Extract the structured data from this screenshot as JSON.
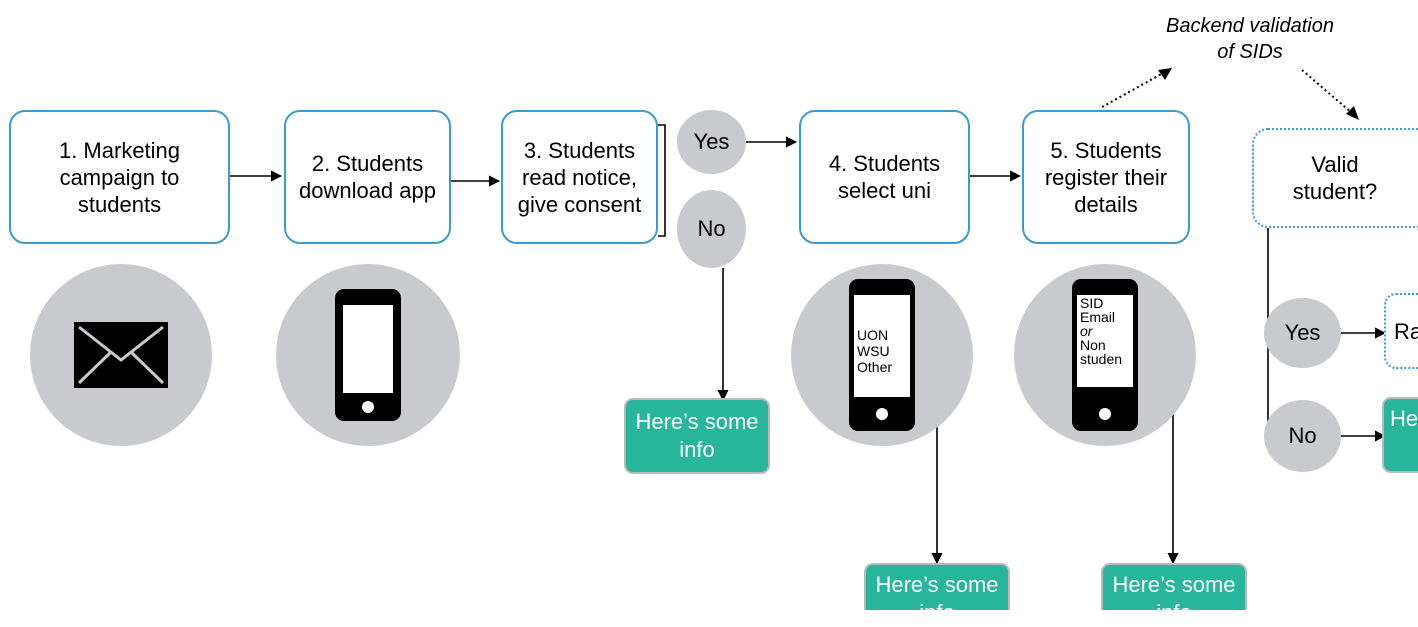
{
  "steps": {
    "s1": "1. Marketing\ncampaign to\nstudents",
    "s2": "2. Students\ndownload app",
    "s3": "3. Students\nread notice,\ngive consent",
    "s4": "4. Students\nselect uni",
    "s5": "5. Students\nregister their\ndetails",
    "s6": "Valid\nstudent?",
    "s7": "Ra"
  },
  "decisions": {
    "yes": "Yes",
    "no": "No",
    "yes2": "Yes",
    "no2": "No"
  },
  "info": {
    "text": "Here’s some\ninfo",
    "cut": "He"
  },
  "note": "Backend validation\nof SIDs",
  "phone_uni": [
    "UON",
    "WSU",
    "Other"
  ],
  "phone_reg": [
    "SID",
    "Email",
    "or",
    "Non",
    "studen"
  ],
  "icons": {
    "envelope": "envelope-icon",
    "phone": "smartphone-icon"
  },
  "colors": {
    "step_border": "#3a9bd0",
    "circle_fill": "#c9cacd",
    "info_fill": "#27b59c"
  }
}
